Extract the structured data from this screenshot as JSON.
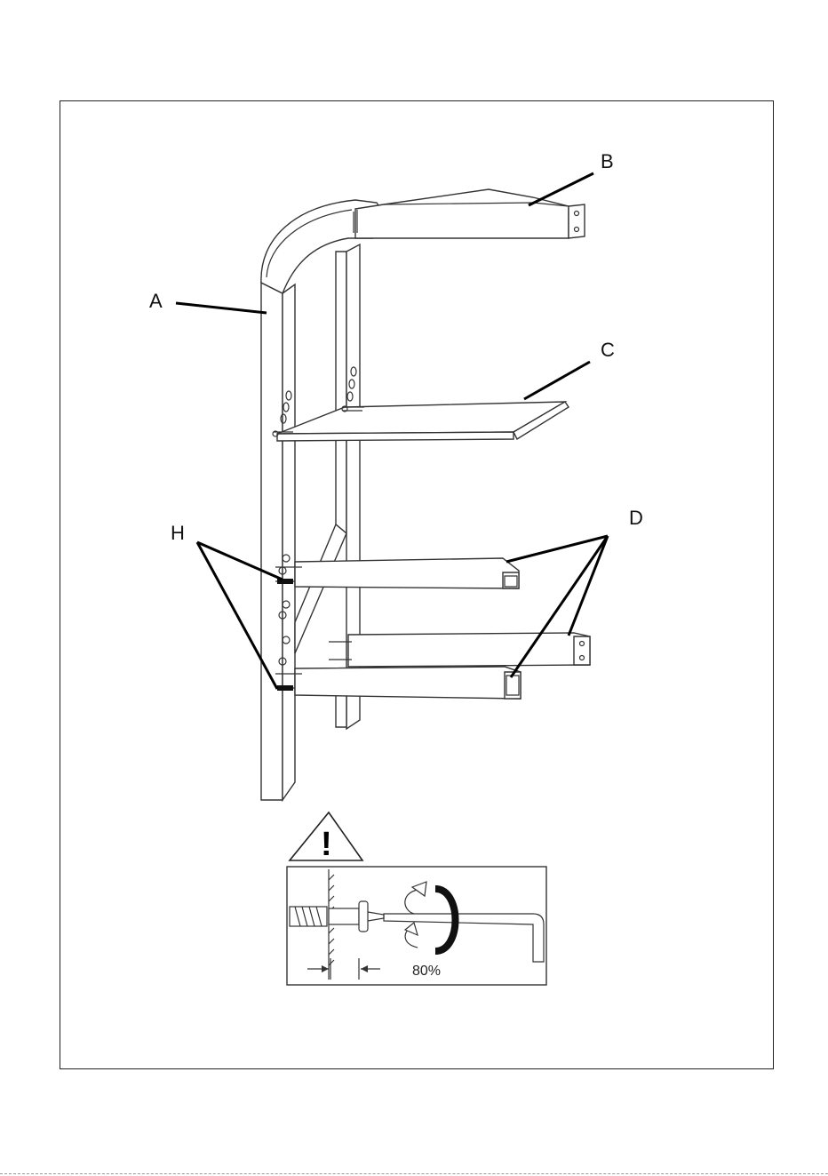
{
  "labels": {
    "a": "A",
    "b": "B",
    "c": "C",
    "d": "D",
    "h": "H"
  },
  "detail": {
    "warning_symbol": "!",
    "tighten_percent": "80%"
  },
  "icons": [
    "warning-triangle-icon",
    "rotation-arrow-icon",
    "hex-key-icon",
    "screw-icon"
  ]
}
